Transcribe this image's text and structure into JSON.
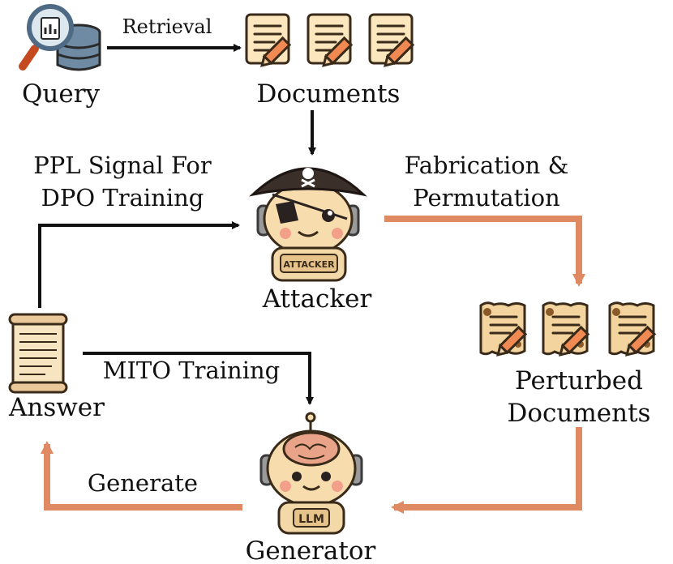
{
  "nodes": {
    "query": "Query",
    "documents": "Documents",
    "attacker": "Attacker",
    "perturbed_line1": "Perturbed",
    "perturbed_line2": "Documents",
    "answer": "Answer",
    "generator": "Generator"
  },
  "edges": {
    "retrieval": "Retrieval",
    "ppl_line1": "PPL Signal For",
    "ppl_line2": "DPO Training",
    "fabrication_line1": "Fabrication &",
    "fabrication_line2": "Permutation",
    "mito": "MITO Training",
    "generate": "Generate"
  },
  "badges": {
    "attacker": "ATTACKER",
    "generator": "LLM"
  },
  "colors": {
    "black_arrow": "#111111",
    "orange_arrow": "#e08a63",
    "paper": "#fbe6bd",
    "paper_stroke": "#3a2a1a",
    "robot_face": "#f7dcae",
    "cheek": "#f2a08a",
    "pirate_hat": "#3b2f2a",
    "headphone": "#9a9a9a",
    "brain": "#e9a389"
  },
  "icons": [
    "magnifier-database-icon",
    "document-pencil-icon",
    "aged-document-pencil-icon",
    "scroll-icon",
    "pirate-robot-icon",
    "brain-robot-icon"
  ]
}
